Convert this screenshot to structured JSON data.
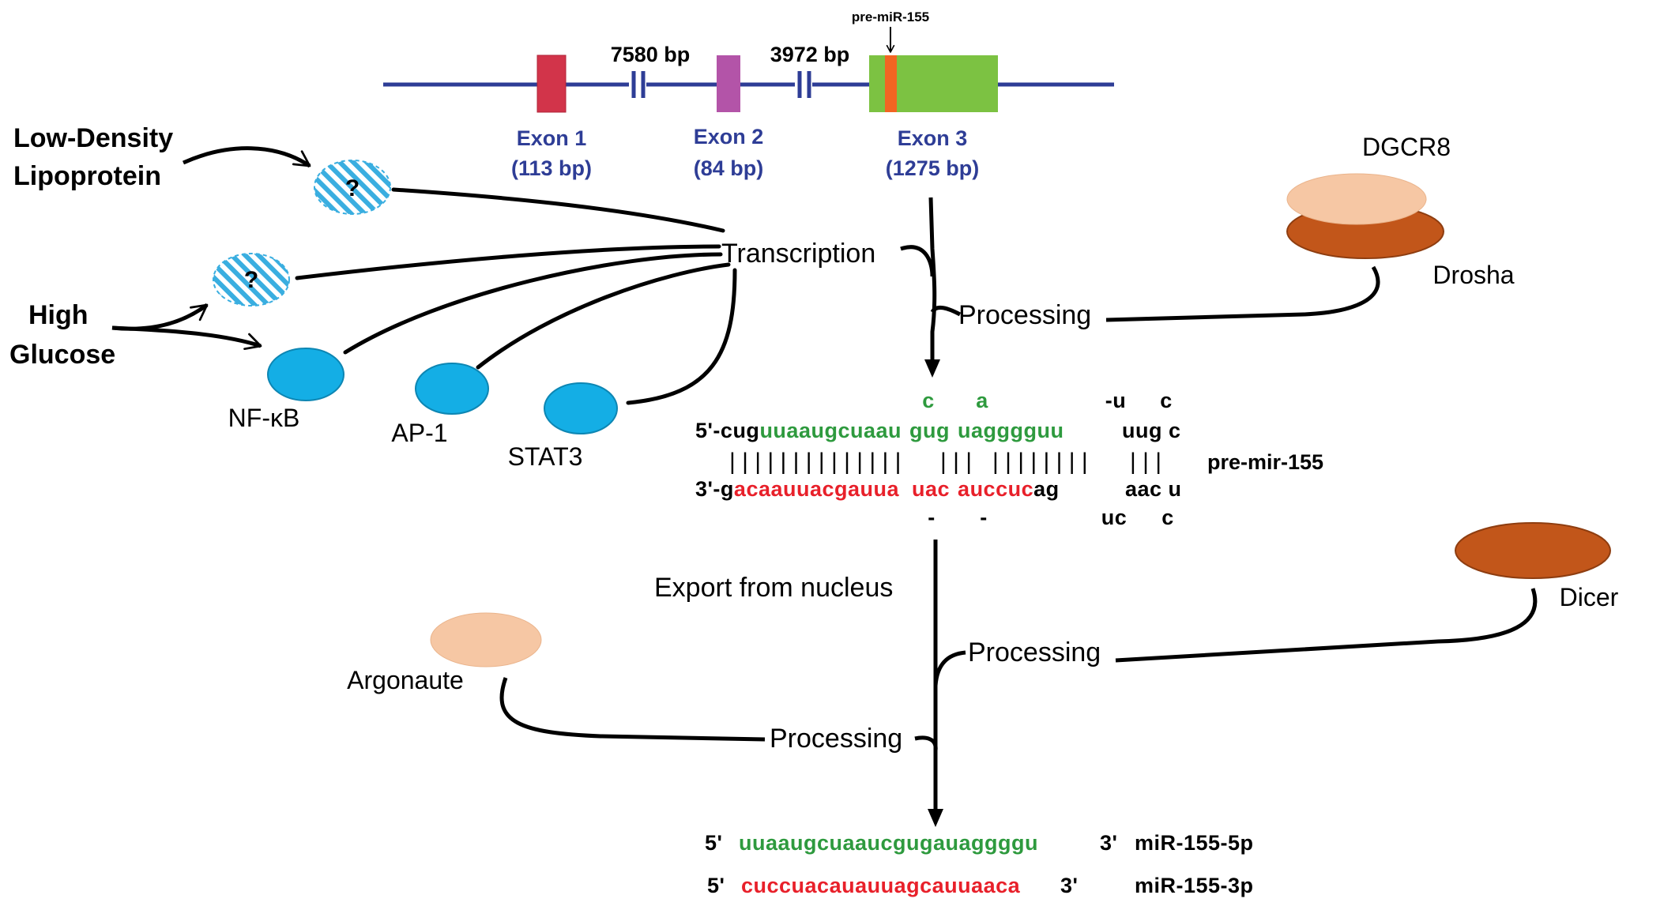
{
  "gene": {
    "marker_label": "pre-miR-155",
    "gap1_label": "7580 bp",
    "gap2_label": "3972 bp",
    "exon1": {
      "name": "Exon 1",
      "size": "(113 bp)"
    },
    "exon2": {
      "name": "Exon 2",
      "size": "(84 bp)"
    },
    "exon3": {
      "name": "Exon 3",
      "size": "(1275 bp)"
    }
  },
  "inputs": {
    "ldl_line1": "Low-Density",
    "ldl_line2": "Lipoprotein",
    "hg_line1": "High",
    "hg_line2": "Glucose",
    "unknown_symbol": "?"
  },
  "factors": {
    "nfkb": "NF-κB",
    "ap1": "AP-1",
    "stat3": "STAT3"
  },
  "steps": {
    "transcription": "Transcription",
    "processing": "Processing",
    "export": "Export from nucleus"
  },
  "proteins": {
    "dgcr8": "DGCR8",
    "drosha": "Drosha",
    "dicer": "Dicer",
    "argonaute": "Argonaute"
  },
  "premir": {
    "label": "pre-mir-155",
    "top_bulge_1": "c",
    "top_bulge_2": "a",
    "top_loop_1": "-u",
    "top_loop_2": "c",
    "top_prefix": "5'-cug",
    "top_seg1": "uuaaugcuaau",
    "top_seg2": "gug",
    "top_seg3": "uagggguu",
    "top_tail": "uug c",
    "pair_bars_1": "| | | | | | | | | | | | | |",
    "pair_bars_2": "| | |",
    "pair_bars_3": "| | | | | | | |",
    "pair_bars_4": "| | |",
    "bot_prefix": "3'-g",
    "bot_seg1": "acaauuacgauua",
    "bot_seg2": "uac",
    "bot_seg3": "auccuc",
    "bot_mid": "ag",
    "bot_tail": "aac u",
    "bot_dash_1": "-",
    "bot_dash_2": "-",
    "bot_loop_1": "uc",
    "bot_loop_2": "c"
  },
  "mature": {
    "five_prime": "5'",
    "three_prime": "3'",
    "mir5p_seq": "uuaaugcuaaucgugauaggggu",
    "mir5p_label": "miR-155-5p",
    "mir3p_seq": "cuccuacauauuagcauuaaca",
    "mir3p_label": "miR-155-3p"
  },
  "colors": {
    "backbone": "#2e3d96",
    "exon1": "#d2344a",
    "exon2": "#b354a8",
    "exon3": "#7cc242",
    "premir_marker": "#f26522",
    "exon_label": "#2e3d96",
    "green_seq": "#2e9a3e",
    "red_seq": "#e8202a",
    "factor_blue": "#14aee5",
    "hatch_blue": "#3aaee0",
    "dgcr8": "#f6c7a4",
    "drosha": "#c2561a",
    "dicer": "#c2561a",
    "argonaute": "#f6c7a4"
  }
}
